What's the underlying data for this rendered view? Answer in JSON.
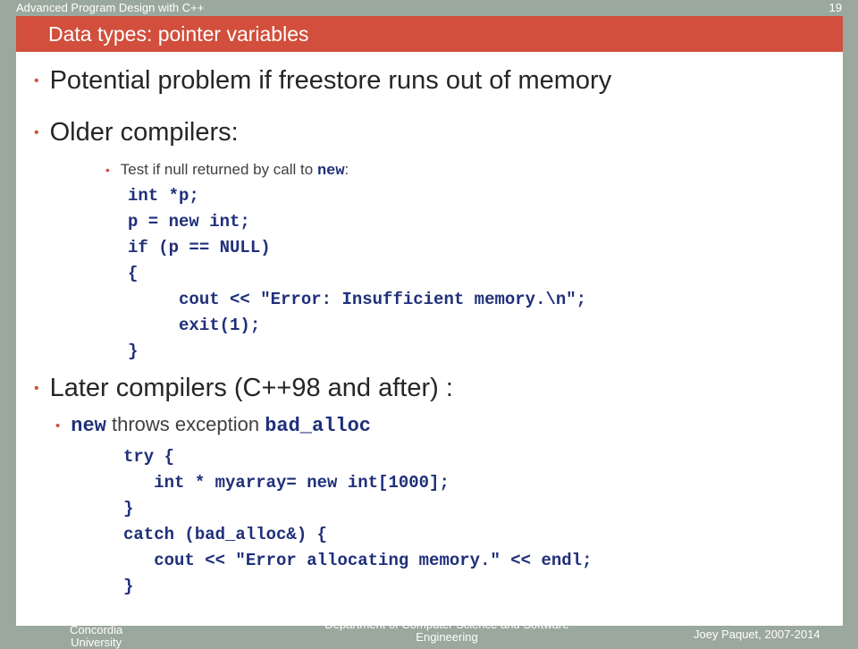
{
  "header": {
    "course": "Advanced Program Design with C++",
    "slide_number": "19"
  },
  "title": "Data types: pointer variables",
  "bullets": {
    "b1": "Potential problem if freestore runs out of memory",
    "b2": "Older compilers:",
    "b2_sub": {
      "text": "Test if null returned by call to ",
      "code": "new",
      "suffix": ":"
    },
    "code1": [
      "int *p;",
      "p = new int;",
      "if (p == NULL)",
      "{",
      "     cout << \"Error: Insufficient memory.\\n\";",
      "     exit(1);",
      "}"
    ],
    "b3": "Later compilers (C++98 and after) :",
    "b3_sub": {
      "code1": "new",
      "text": " throws exception ",
      "code2": "bad_alloc"
    },
    "code2": [
      "try {",
      "   int * myarray= new int[1000];",
      "}",
      "catch (bad_alloc&) {",
      "   cout << \"Error allocating memory.\" << endl;",
      "}"
    ]
  },
  "footer": {
    "left": "Concordia\nUniversity",
    "center": "Department of Computer Science and Software\nEngineering",
    "right": "Joey Paquet, 2007-2014"
  }
}
